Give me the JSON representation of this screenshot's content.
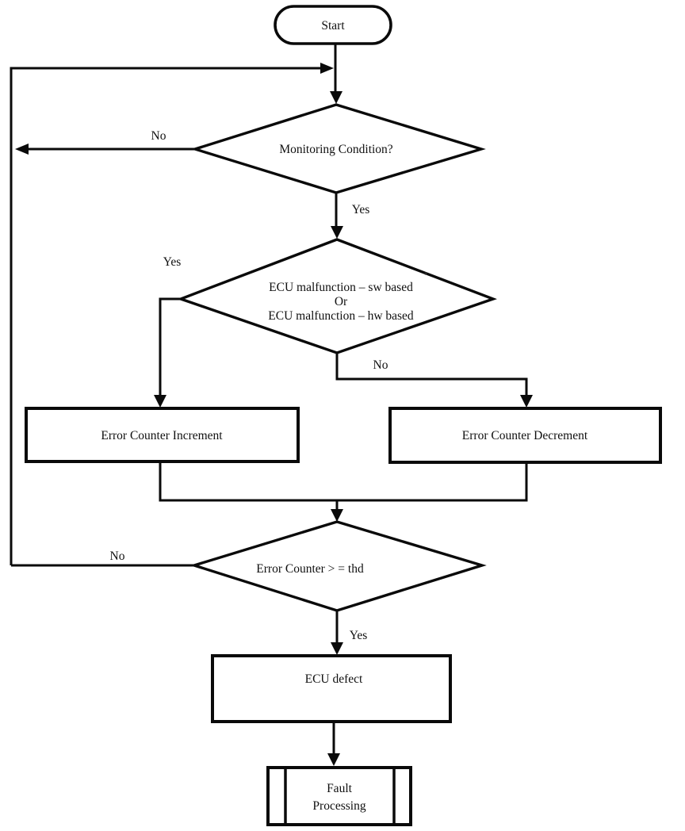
{
  "diagram": {
    "description": "ECU error-monitoring flowchart",
    "colors": {
      "background": "#ffffff",
      "stroke": "#0a0a0a",
      "text": "#101010"
    },
    "nodes": {
      "start": {
        "type": "terminator",
        "label": "Start"
      },
      "monitoring_condition": {
        "type": "decision",
        "label": "Monitoring Condition?"
      },
      "ecu_malfunction": {
        "type": "decision",
        "label_line1": "ECU malfunction – sw based",
        "label_line2": "Or",
        "label_line3": "ECU malfunction – hw based"
      },
      "error_counter_increment": {
        "type": "process",
        "label": "Error Counter Increment"
      },
      "error_counter_decrement": {
        "type": "process",
        "label": "Error Counter Decrement"
      },
      "error_counter_threshold": {
        "type": "decision",
        "label": "Error Counter > = thd"
      },
      "ecu_defect": {
        "type": "process",
        "label": "ECU defect"
      },
      "fault_processing": {
        "type": "predefined_process",
        "label_line1": "Fault",
        "label_line2": "Processing"
      }
    },
    "edge_labels": {
      "monitoring_no": "No",
      "monitoring_yes": "Yes",
      "malfunction_yes": "Yes",
      "malfunction_no": "No",
      "threshold_no": "No",
      "threshold_yes": "Yes"
    }
  }
}
